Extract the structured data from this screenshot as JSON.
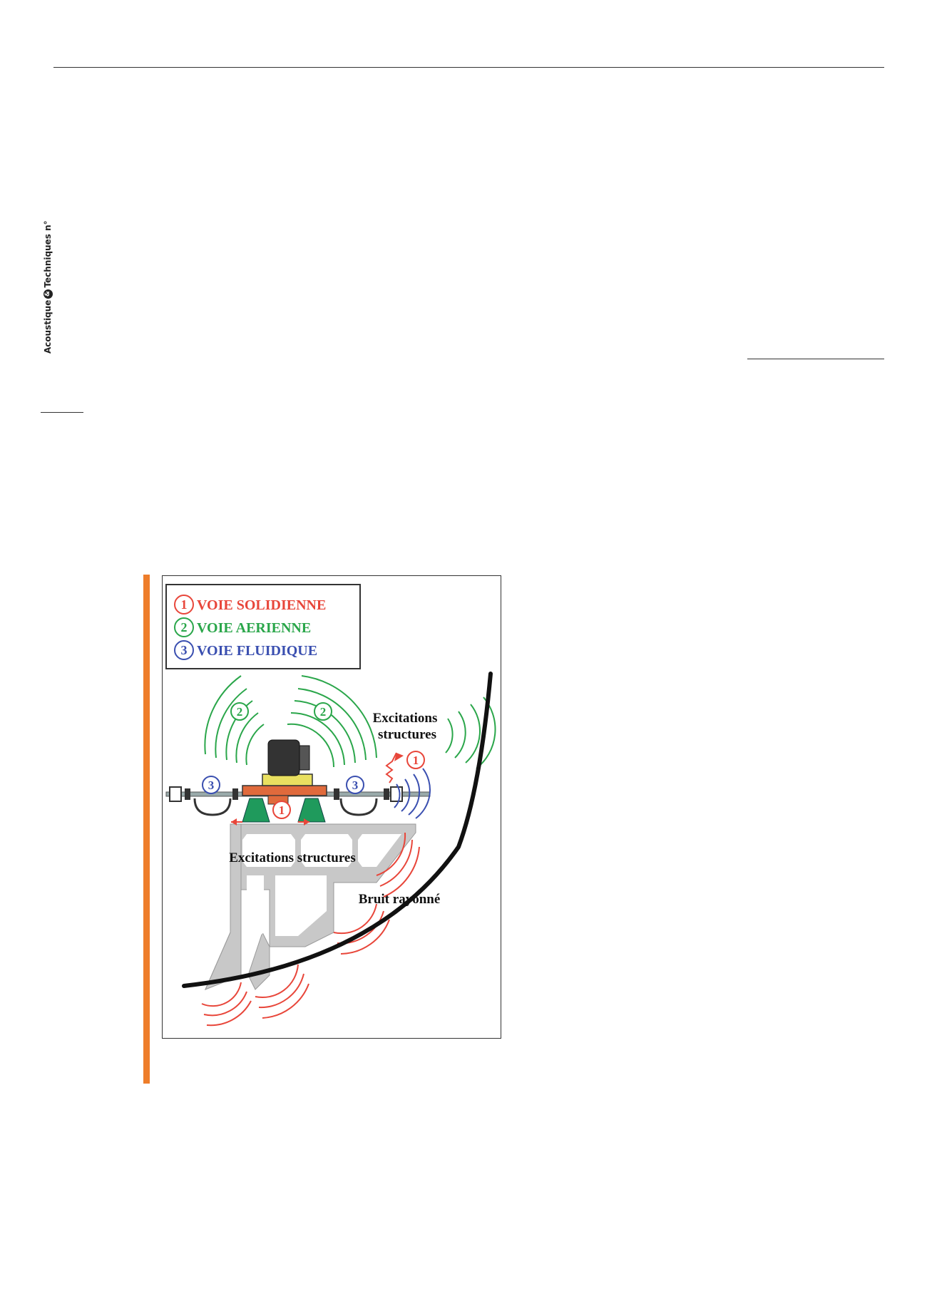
{
  "header": {
    "brand_part1": "Acoustique",
    "brand_amp": "&",
    "brand_part2": "Techniques n°"
  },
  "figure": {
    "legend": [
      {
        "num": "1",
        "label": "VOIE SOLIDIENNE",
        "color": "#e8463a"
      },
      {
        "num": "2",
        "label": "VOIE AERIENNE",
        "color": "#2aa64a"
      },
      {
        "num": "3",
        "label": "VOIE FLUIDIQUE",
        "color": "#3a4fb0"
      }
    ],
    "label_excitations_top_line1": "Excitations",
    "label_excitations_top_line2": "structures",
    "label_excitations_bottom": "Excitations structures",
    "label_bruit": "Bruit rayonné",
    "marker_1": "1",
    "marker_2": "2",
    "marker_3": "3"
  },
  "colors": {
    "accent_bar": "#ee7d2a",
    "solid_path": "#e8463a",
    "air_path": "#2aa64a",
    "fluid_path": "#3a4fb0",
    "structure": "#c8c8c8"
  }
}
